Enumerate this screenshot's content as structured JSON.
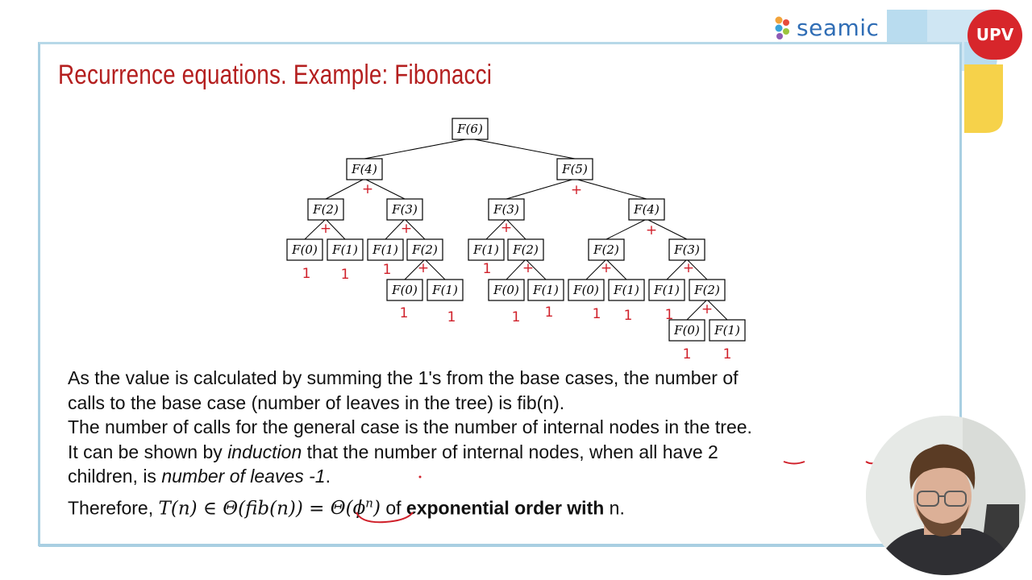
{
  "slide": {
    "title": "Recurrence equations. Example: Fibonacci"
  },
  "branding": {
    "seamic_logo_text": "seamic",
    "upv_badge": "UPV"
  },
  "colors": {
    "title_red": "#b41f1f",
    "ink_red": "#d0202a",
    "frame_blue": "#a9cfe2",
    "deco_yellow": "#f6d24a",
    "upv_red": "#d7262b"
  },
  "tree": {
    "nodes": [
      {
        "id": "n1",
        "label": "F(6)"
      },
      {
        "id": "n2",
        "label": "F(4)"
      },
      {
        "id": "n3",
        "label": "F(5)"
      },
      {
        "id": "n4",
        "label": "F(2)"
      },
      {
        "id": "n5",
        "label": "F(3)"
      },
      {
        "id": "n6",
        "label": "F(3)"
      },
      {
        "id": "n7",
        "label": "F(4)"
      },
      {
        "id": "n8",
        "label": "F(0)"
      },
      {
        "id": "n9",
        "label": "F(1)"
      },
      {
        "id": "n10",
        "label": "F(1)"
      },
      {
        "id": "n11",
        "label": "F(2)"
      },
      {
        "id": "n12",
        "label": "F(1)"
      },
      {
        "id": "n13",
        "label": "F(2)"
      },
      {
        "id": "n14",
        "label": "F(2)"
      },
      {
        "id": "n15",
        "label": "F(3)"
      },
      {
        "id": "n16",
        "label": "F(0)"
      },
      {
        "id": "n17",
        "label": "F(1)"
      },
      {
        "id": "n18",
        "label": "F(0)"
      },
      {
        "id": "n19",
        "label": "F(1)"
      },
      {
        "id": "n20",
        "label": "F(0)"
      },
      {
        "id": "n21",
        "label": "F(1)"
      },
      {
        "id": "n22",
        "label": "F(1)"
      },
      {
        "id": "n23",
        "label": "F(2)"
      },
      {
        "id": "n24",
        "label": "F(0)"
      },
      {
        "id": "n25",
        "label": "F(1)"
      }
    ],
    "handwritten_plus": "+",
    "handwritten_one": "1"
  },
  "text": {
    "line1": "As the value is calculated by summing the 1's from the base cases, the number of",
    "line2": "calls to the base case (number of leaves in the tree) is fib(n).",
    "line3": "The number of calls for the general case is the number of internal nodes in the tree.",
    "line4_a": "It can be shown by ",
    "line4_b": "induction",
    "line4_c": " that the number of internal nodes, when all have 2",
    "line5_a": "children, is ",
    "line5_b": "number of leaves -1",
    "line5_c": ".",
    "line6_a": "Therefore, ",
    "line6_math1": "T(n) ∈ Θ(fib(n)) = ",
    "line6_math2": "Θ(ϕ",
    "line6_sup": "n",
    "line6_math3": ")",
    "line6_b": " of ",
    "line6_bold": "exponential order with",
    "line6_c": " n."
  }
}
